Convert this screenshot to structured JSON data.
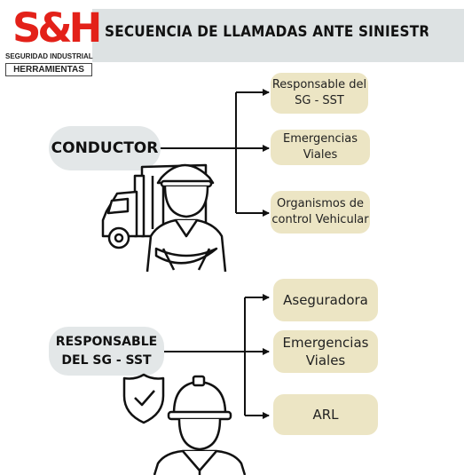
{
  "header": {
    "title": "SECUENCIA DE LLAMADAS ANTE SINIESTRO VIAL",
    "brand": "S&H",
    "brand_line1": "SEGURIDAD INDUSTRIAL",
    "brand_line2": "HERRAMIENTAS"
  },
  "section1": {
    "role": "CONDUCTOR",
    "targets": [
      {
        "line1": "Responsable del",
        "line2": "SG - SST"
      },
      {
        "line1": "Emergencias Viales",
        "line2": ""
      },
      {
        "line1": "Organismos de",
        "line2": "control Vehicular"
      }
    ]
  },
  "section2": {
    "role_line1": "RESPONSABLE",
    "role_line2": "DEL SG - SST",
    "targets": [
      {
        "line1": "Aseguradora",
        "line2": ""
      },
      {
        "line1": "Emergencias",
        "line2": "Viales"
      },
      {
        "line1": "ARL",
        "line2": ""
      }
    ]
  },
  "colors": {
    "brand_red": "#e32119",
    "pill_fill": "#ece5c4",
    "role_fill": "#e3e7e8",
    "header_band": "#dde2e3",
    "line": "#111111"
  },
  "icons": [
    "truck-icon",
    "driver-icon",
    "shield-check-icon",
    "safety-worker-icon"
  ]
}
